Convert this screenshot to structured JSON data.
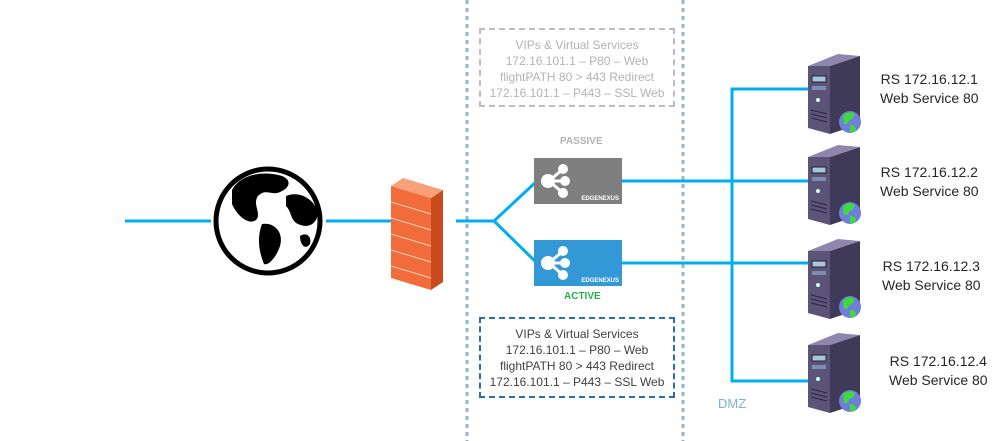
{
  "title": "EdgeNexus HA load balancer topology",
  "colors": {
    "link": "#00aeef",
    "zone_border": "#8fb8cc",
    "passive_node": "#7f7f7f",
    "active_node": "#3399d6",
    "active_text": "#21b14b",
    "passive_text": "#b3b3b3",
    "firewall": "#f26b3a"
  },
  "nodes": {
    "internet": {
      "icon": "globe-icon"
    },
    "firewall": {
      "icon": "firewall-icon"
    },
    "load_balancers": [
      {
        "state": "PASSIVE",
        "brand": "EDGENEXUS",
        "icon": "share-nodes-icon"
      },
      {
        "state": "ACTIVE",
        "brand": "EDGENEXUS",
        "icon": "share-nodes-icon"
      }
    ],
    "servers": [
      {
        "line1": "RS 172.16.12.1",
        "line2": "Web Service 80",
        "icon": "server-icon"
      },
      {
        "line1": "RS 172.16.12.2",
        "line2": "Web Service 80",
        "icon": "server-icon"
      },
      {
        "line1": "RS 172.16.12.3",
        "line2": "Web Service 80",
        "icon": "server-icon"
      },
      {
        "line1": "RS 172.16.12.4",
        "line2": "Web Service 80",
        "icon": "server-icon"
      }
    ]
  },
  "vip_boxes": {
    "passive": {
      "title": "VIPs & Virtual Services",
      "lines": [
        "172.16.101.1 – P80 – Web",
        "flightPATH 80 > 443 Redirect",
        "172.16.101.1 – P443 – SSL Web"
      ]
    },
    "active": {
      "title": "VIPs & Virtual Services",
      "lines": [
        "172.16.101.1 – P80 – Web",
        "flightPATH 80 > 443 Redirect",
        "172.16.101.1 – P443 – SSL Web"
      ]
    }
  },
  "zones": {
    "dmz_label": "DMZ"
  }
}
